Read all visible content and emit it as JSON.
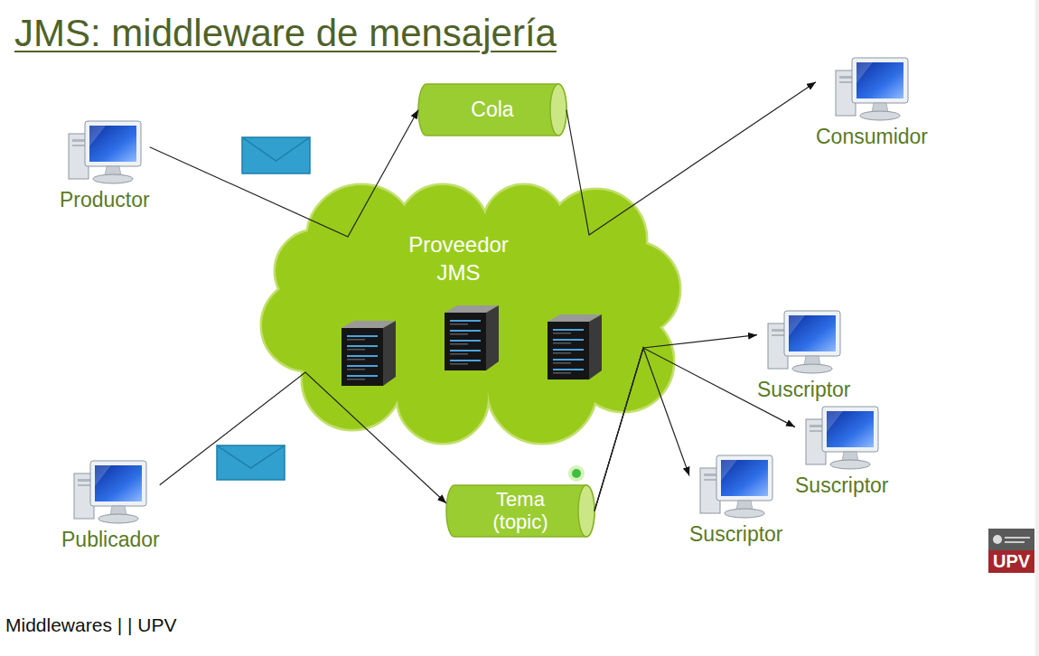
{
  "diagram": {
    "title": "JMS: middleware de mensajería",
    "caption": "Middlewares | | UPV",
    "nodes": [
      {
        "text": [
          "Cola"
        ]
      },
      {
        "text": [
          "Consumidor"
        ]
      },
      {
        "text": [
          "Productor"
        ]
      },
      {
        "text": [
          "Proveedor JMS"
        ]
      },
      {
        "text": [
          "Suscriptor"
        ]
      },
      {
        "text": [
          "Suscriptor"
        ]
      },
      {
        "text": [
          "Tema (topic)"
        ]
      },
      {
        "text": [
          "Suscriptor"
        ]
      },
      {
        "text": [
          "Publicador"
        ]
      }
    ],
    "edges": [
      {
        "from": 2,
        "to": 0,
        "arrow": "to"
      },
      {
        "from": 0,
        "to": 1,
        "arrow": "to"
      },
      {
        "from": 8,
        "to": 6,
        "arrow": "to"
      },
      {
        "from": 6,
        "to": 4,
        "arrow": "to"
      },
      {
        "from": 6,
        "to": 5,
        "arrow": "to"
      },
      {
        "from": 6,
        "to": 7,
        "arrow": "to"
      }
    ],
    "labels": [
      "UPV"
    ]
  }
}
